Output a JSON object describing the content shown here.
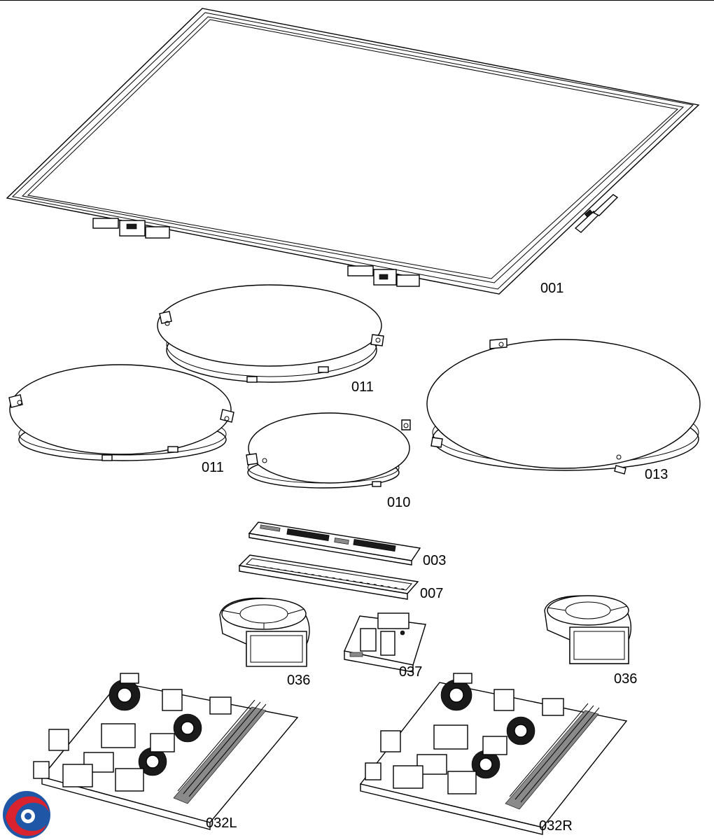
{
  "parts": {
    "frame": "001",
    "burner_left": "011",
    "burner_top": "011",
    "burner_small": "010",
    "burner_large": "013",
    "control_board": "003",
    "control_housing": "007",
    "fan_left": "036",
    "fan_right": "036",
    "module_center": "037",
    "power_board_left": "032L",
    "power_board_right": "032R"
  },
  "logo": {
    "icon": "brand-logo-icon",
    "colors": [
      "#1f56a6",
      "#d9232f"
    ]
  }
}
